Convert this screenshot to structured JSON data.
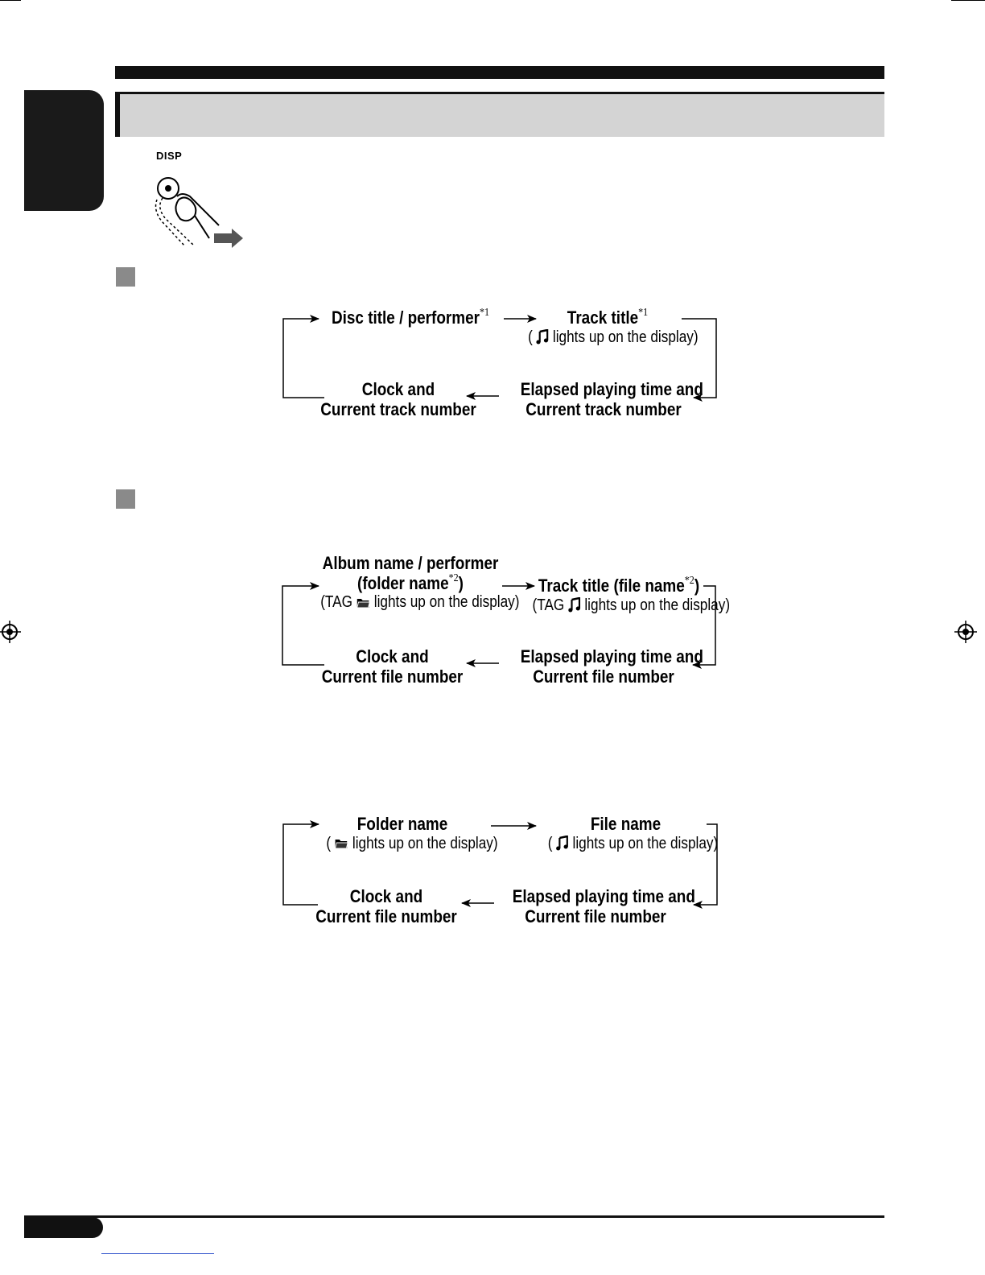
{
  "disp_button": {
    "label": "DISP"
  },
  "diagram_cd": {
    "top_left": {
      "title": "Disc title / performer",
      "note": "*1"
    },
    "top_right": {
      "title": "Track title",
      "note": "*1",
      "sub_pre": "(",
      "sub_post": "lights up on the display)",
      "icon": "music-note-icon"
    },
    "bottom_right": {
      "line1": "Elapsed playing time and",
      "line2": "Current track number"
    },
    "bottom_left": {
      "line1": "Clock and",
      "line2": "Current track number"
    }
  },
  "diagram_tag": {
    "top_left": {
      "line1": "Album name / performer",
      "line2": "(folder name",
      "note": "*2",
      "line2_end": ")",
      "sub_pre": "(TAG",
      "sub_post": "lights up on the display)",
      "icon": "folder-icon"
    },
    "top_right": {
      "title": "Track title (file name",
      "note": "*2",
      "title_end": ")",
      "sub_pre": "(TAG",
      "sub_post": "lights up on the display)",
      "icon": "music-note-icon"
    },
    "bottom_right": {
      "line1": "Elapsed playing time and",
      "line2": "Current file number"
    },
    "bottom_left": {
      "line1": "Clock and",
      "line2": "Current file number"
    }
  },
  "diagram_folder": {
    "top_left": {
      "title": "Folder name",
      "sub_pre": "(",
      "sub_post": "lights up on the display)",
      "icon": "folder-icon"
    },
    "top_right": {
      "title": "File name",
      "sub_pre": "(",
      "sub_post": "lights up on the display)",
      "icon": "music-note-icon"
    },
    "bottom_right": {
      "line1": "Elapsed playing time and",
      "line2": "Current file number"
    },
    "bottom_left": {
      "line1": "Clock and",
      "line2": "Current file number"
    }
  }
}
